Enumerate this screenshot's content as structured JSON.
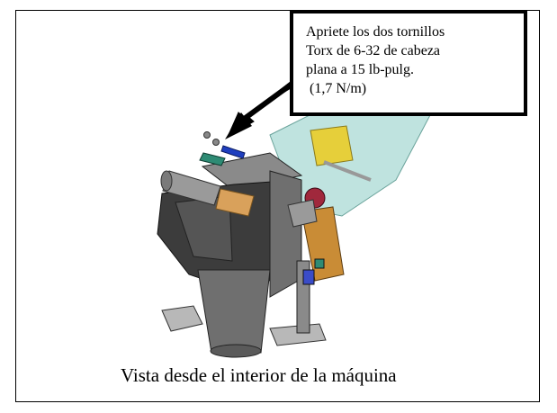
{
  "callout": {
    "lines": [
      "Apriete los dos tornillos",
      "Torx de 6-32 de cabeza",
      "plana a 15 lb-pulg.",
      " (1,7 N/m)"
    ]
  },
  "caption": "Vista desde el interior de la máquina",
  "illustration": {
    "label": "dispenser-mechanism-illustration",
    "colors": {
      "body_dark": "#3c3c3c",
      "body_mid": "#6f6f6f",
      "body_light": "#b8b8b8",
      "chute_teal": "#bfe3df",
      "roller_tan": "#d9a15b",
      "clip_green": "#2e8b74",
      "clip_blue": "#1f3fbf",
      "knob_red": "#a0283c",
      "yellow": "#e6cf3a"
    }
  }
}
